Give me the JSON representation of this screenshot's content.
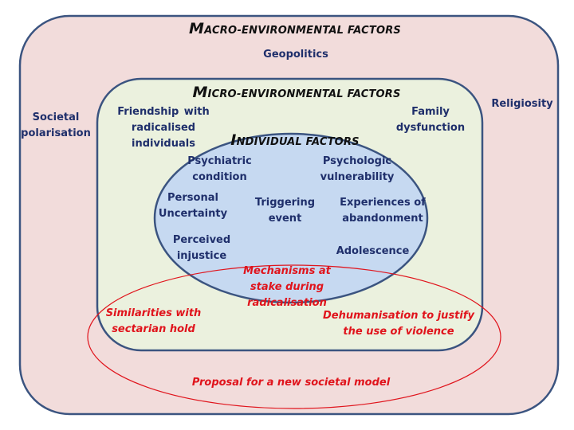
{
  "colors": {
    "macro_fill": "#f2dcdb",
    "micro_fill": "#ebf1de",
    "individual_fill": "#c6d9f1",
    "border": "#3b5480",
    "red_accent": "#e0141c",
    "factor_text": "#1f2f6b"
  },
  "macro": {
    "title_initial": "M",
    "title_rest": "acro-environmental factors",
    "factors": [
      "Geopolitics",
      "Societal polarisation",
      "Religiosity"
    ]
  },
  "micro": {
    "title_initial": "M",
    "title_rest": "icro-environmental factors",
    "factors": [
      "Friendship with radicalised individuals",
      "Family dysfunction"
    ]
  },
  "individual": {
    "title_initial": "I",
    "title_rest": "ndividual factors",
    "factors": [
      "Psychiatric condition",
      "Psychologic vulnerability",
      "Personal Uncertainty",
      "Triggering event",
      "Experiences of abandonment",
      "Perceived injustice",
      "Adolescence"
    ]
  },
  "mechanisms": {
    "title": "Mechanisms at stake during radicalisation",
    "items": [
      "Similarities with sectarian hold",
      "Dehumanisation to justify the use of violence",
      "Proposal for a new societal model"
    ]
  }
}
